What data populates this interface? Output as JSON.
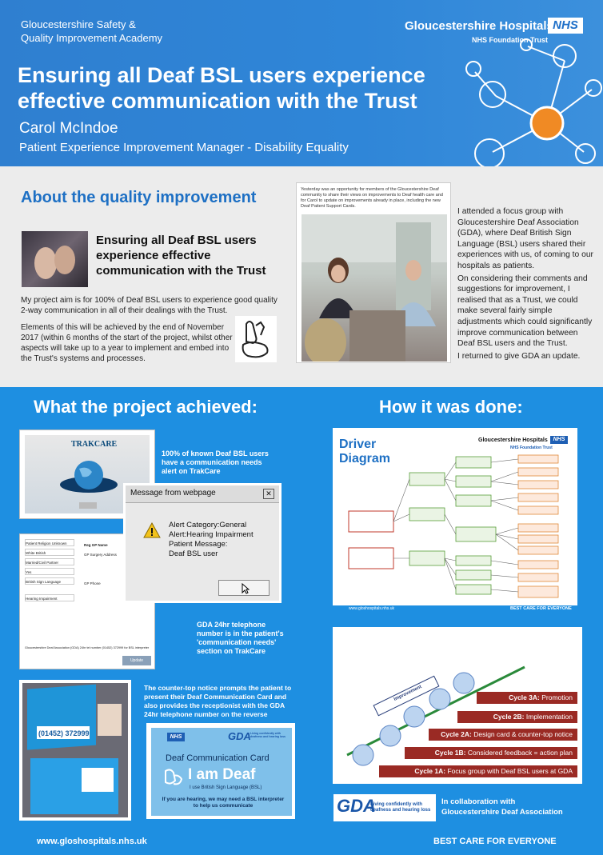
{
  "header": {
    "academy_line1": "Gloucestershire Safety &",
    "academy_line2": "Quality Improvement Academy",
    "trust_name": "Gloucestershire Hospitals",
    "nhs": "NHS",
    "trust_sub": "NHS Foundation Trust",
    "title_line1": "Ensuring all Deaf BSL users experience",
    "title_line2": "effective communication with the Trust",
    "author": "Carol McIndoe",
    "role": "Patient Experience Improvement Manager - Disability Equality"
  },
  "about": {
    "heading": "About the quality improvement",
    "subheading": "Ensuring all Deaf BSL users experience effective communication with the Trust",
    "p1": "My project aim is for 100% of Deaf BSL users to experience good quality 2-way communication in all of their dealings with the Trust.",
    "p2": "Elements of this will be achieved by the end of November 2017 (within 6 months of the start of the project, whilst other aspects will take up to a year to implement and embed into the Trust's systems and processes.",
    "photo_caption": "Yesterday was an opportunity for members of the Gloucestershire Deaf community to share their views on improvements to Deaf health care and for Carol to update on improvements already in place, including the new Deaf Patient Support Cards.",
    "right_p1": "I attended a focus group with Gloucestershire Deaf Association (GDA), where Deaf British Sign Language (BSL) users shared their experiences with us, of coming to our hospitals as patients.",
    "right_p2": "On considering their comments and suggestions for improvement, I realised that as a Trust, we could make several fairly simple adjustments which could significantly improve communication between Deaf BSL users and the Trust.",
    "right_p3": "I returned to give GDA  an update."
  },
  "achieved": {
    "heading": "What the project achieved:",
    "trakcare_logo": "TRAKCARE",
    "trakcare_text": "100% of known Deaf BSL users have a communication needs alert on TrakCare",
    "msg_title": "Message from webpage",
    "msg_line1": "Alert Category:General",
    "msg_line2": "Alert:Hearing Impairment",
    "msg_line3": "Patient Message:",
    "msg_line4": "Deaf BSL user",
    "table_rows": [
      "Patient Religion Unknown",
      "White British",
      "Married/Civil Partner",
      "Yes",
      "British Sign Language",
      "",
      "Hearing Impairment"
    ],
    "table_col2": [
      "Reg GP Name",
      "GP Surgery Address",
      "",
      "",
      "GP Phone"
    ],
    "table_note": "Gloucestershire Deaf Association (GDA) 24hr tel number (01452) 372999 for BSL interpreter",
    "update_btn": "Update",
    "gda_text": "GDA 24hr telephone number is in the patient's 'communication needs' section on TrakCare",
    "counter_text": "The counter-top notice prompts the patient to present their Deaf Communication Card and also provides the receptionist with the GDA 24hr telephone number on the reverse",
    "notice_phone": "(01452) 372999",
    "card_nhs": "NHS",
    "card_gda": "GDA",
    "card_gda_tag": "Living confidently with deafness and hearing loss",
    "card_title": "Deaf Communication Card",
    "card_big": "I am Deaf",
    "card_small": "I use British Sign Language (BSL)",
    "card_bottom": "If you are hearing, we may need a BSL interpreter to help us communicate"
  },
  "howdone": {
    "heading": "How it was done:",
    "driver_title_1": "Driver",
    "driver_title_2": "Diagram",
    "driver_trust": "Gloucestershire Hospitals",
    "driver_nhs": "NHS",
    "driver_sub": "NHS Foundation Trust",
    "driver_footer_left": "www.gloshospitals.nhs.uk",
    "driver_footer_right": "BEST CARE FOR EVERYONE",
    "pdsa_title": "PDSA Cycles",
    "improvement": "Improvement",
    "cycles": [
      {
        "label": "Cycle 3A:",
        "text": " Promotion"
      },
      {
        "label": "Cycle 2B:",
        "text": " Implementation"
      },
      {
        "label": "Cycle 2A:",
        "text": " Design card & counter-top notice"
      },
      {
        "label": "Cycle 1B:",
        "text": " Considered feedback = action plan"
      },
      {
        "label": "Cycle 1A:",
        "text": " Focus group with Deaf BSL users at GDA"
      }
    ]
  },
  "footer": {
    "gda_logo": "GDA",
    "gda_logo_tag": "Living confidently with deafness and hearing loss",
    "collab_line1": "In collaboration with",
    "collab_line2": "Gloucestershire Deaf Association",
    "website": "www.gloshospitals.nhs.uk",
    "slogan": "BEST CARE FOR EVERYONE"
  },
  "colors": {
    "header_blue": "#2f7fd0",
    "body_blue": "#1e8fe1",
    "heading_blue": "#1e70c4",
    "cycle_red": "#9a2a24",
    "network_orange": "#f08a24"
  }
}
